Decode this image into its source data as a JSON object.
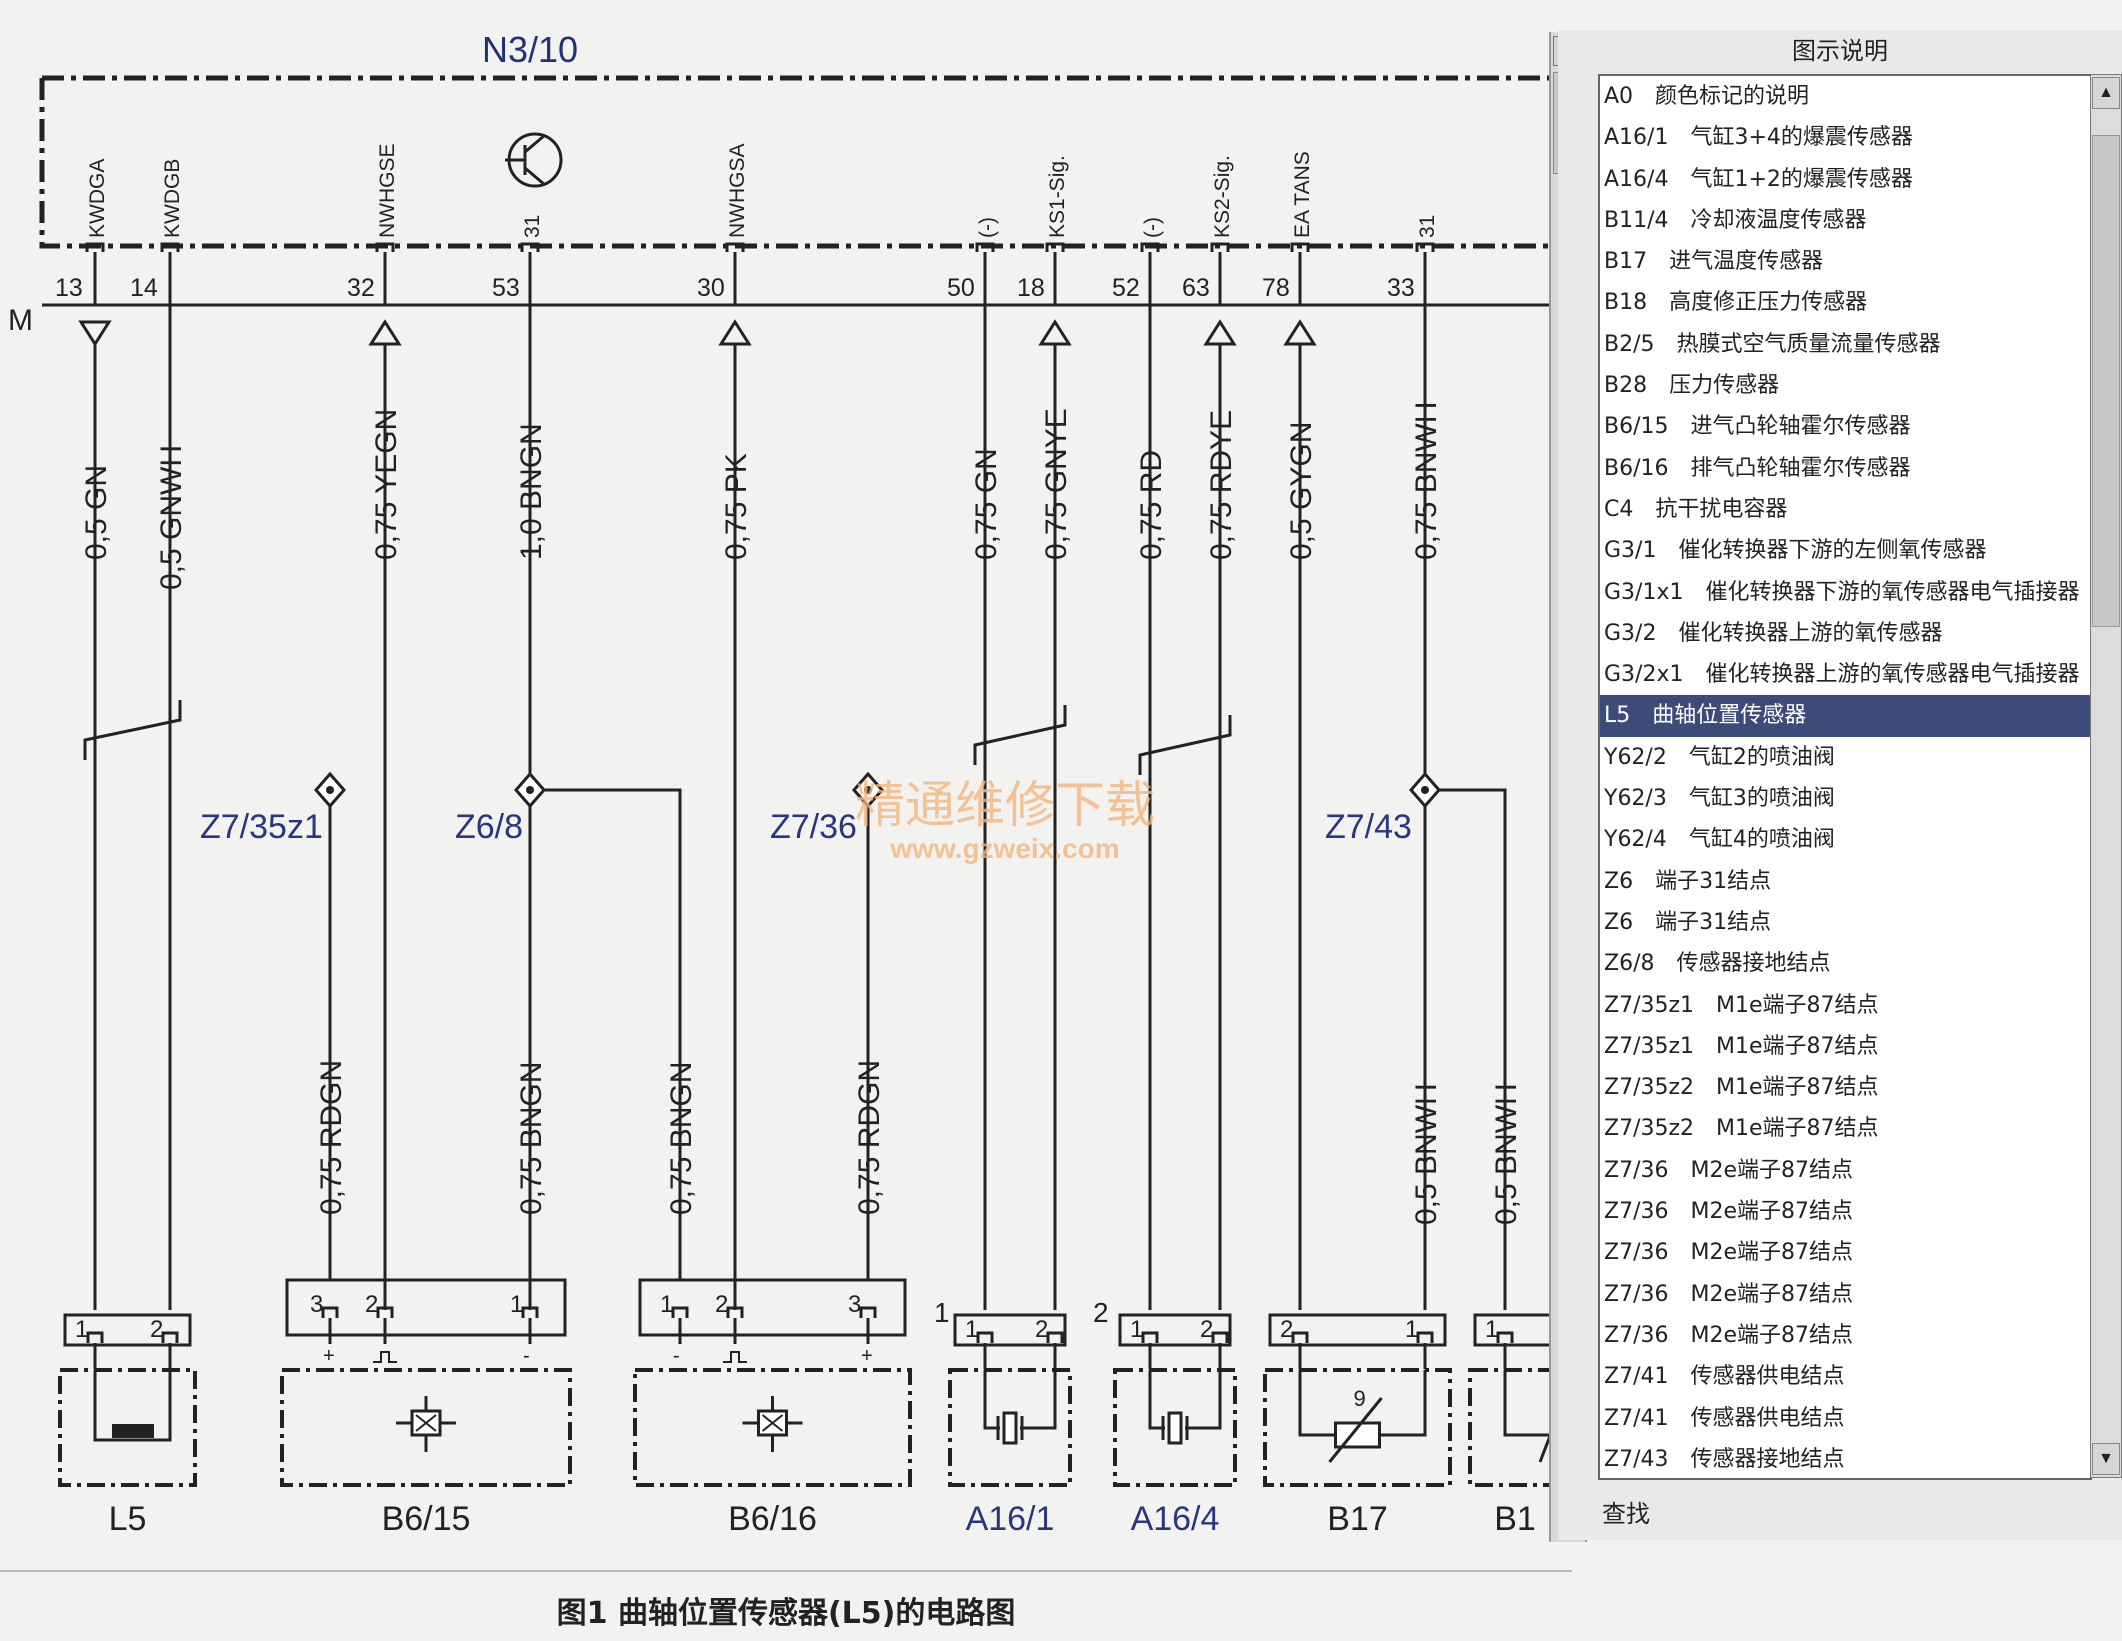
{
  "diagram": {
    "title": "N3/10",
    "bus_label": "M",
    "pins": [
      {
        "tag": "KWDGA",
        "num": "13"
      },
      {
        "tag": "KWDGB",
        "num": "14"
      },
      {
        "tag": "NWHGSE",
        "num": "32"
      },
      {
        "tag": "31",
        "num": "53"
      },
      {
        "tag": "NWHGSA",
        "num": "30"
      },
      {
        "tag": "(-)",
        "num": "50"
      },
      {
        "tag": "KS1-Sig.",
        "num": "18"
      },
      {
        "tag": "(-)",
        "num": "52"
      },
      {
        "tag": "KS2-Sig.",
        "num": "63"
      },
      {
        "tag": "EA TANS",
        "num": "78"
      },
      {
        "tag": "31",
        "num": "33"
      }
    ],
    "wires_upper": [
      "0,5 GN",
      "0,5 GNWH",
      "0,75 YEGN",
      "1,0 BNGN",
      "0,75 PK",
      "0,75 GN",
      "0,75 GNYE",
      "0,75 RD",
      "0,75 RDYE",
      "0,5 GYGN",
      "0,75 BNWH"
    ],
    "wires_lower": [
      "0,75 RDGN",
      "0,75 BNGN",
      "0,75 BNGN",
      "0,75 RDGN",
      "0,5 BNWH",
      "0,5 BNWH"
    ],
    "nodes": [
      "Z7/35z1",
      "Z6/8",
      "Z7/36",
      "Z7/43"
    ],
    "components": [
      "L5",
      "B6/15",
      "B6/16",
      "A16/1",
      "A16/4",
      "B17",
      "B1"
    ],
    "connector_pins": {
      "l5": [
        "1",
        "2"
      ],
      "b6_15": [
        "3",
        "2",
        "1"
      ],
      "b6_16": [
        "1",
        "2",
        "3"
      ],
      "a16_1": [
        "1",
        "2"
      ],
      "a16_4": [
        "1",
        "2"
      ],
      "b17": [
        "2",
        "1"
      ],
      "b1": [
        "1"
      ]
    },
    "side_numbers": [
      "1",
      "2"
    ],
    "resistor_label": "9",
    "polarity": [
      "+",
      "-",
      "-",
      "+"
    ],
    "watermark": {
      "line1": "精通维修下载",
      "line2": "www.gzweix.com"
    }
  },
  "legend_panel": {
    "title": "图示说明",
    "items": [
      "A0　颜色标记的说明",
      "A16/1　气缸3+4的爆震传感器",
      "A16/4　气缸1+2的爆震传感器",
      "B11/4　冷却液温度传感器",
      "B17　进气温度传感器",
      "B18　高度修正压力传感器",
      "B2/5　热膜式空气质量流量传感器",
      "B28　压力传感器",
      "B6/15　进气凸轮轴霍尔传感器",
      "B6/16　排气凸轮轴霍尔传感器",
      "C4　抗干扰电容器",
      "G3/1　催化转换器下游的左侧氧传感器",
      "G3/1x1　催化转换器下游的氧传感器电气插接器",
      "G3/2　催化转换器上游的氧传感器",
      "G3/2x1　催化转换器上游的氧传感器电气插接器",
      "L5　曲轴位置传感器",
      "Y62/2　气缸2的喷油阀",
      "Y62/3　气缸3的喷油阀",
      "Y62/4　气缸4的喷油阀",
      "Z6　端子31结点",
      "Z6　端子31结点",
      "Z6/8　传感器接地结点",
      "Z7/35z1　M1e端子87结点",
      "Z7/35z1　M1e端子87结点",
      "Z7/35z2　M1e端子87结点",
      "Z7/35z2　M1e端子87结点",
      "Z7/36　M2e端子87结点",
      "Z7/36　M2e端子87结点",
      "Z7/36　M2e端子87结点",
      "Z7/36　M2e端子87结点",
      "Z7/36　M2e端子87结点",
      "Z7/41　传感器供电结点",
      "Z7/41　传感器供电结点",
      "Z7/43　传感器接地结点"
    ],
    "selected_index": 15,
    "search_label": "查找"
  },
  "caption": "图1 曲轴位置传感器(L5)的电路图"
}
